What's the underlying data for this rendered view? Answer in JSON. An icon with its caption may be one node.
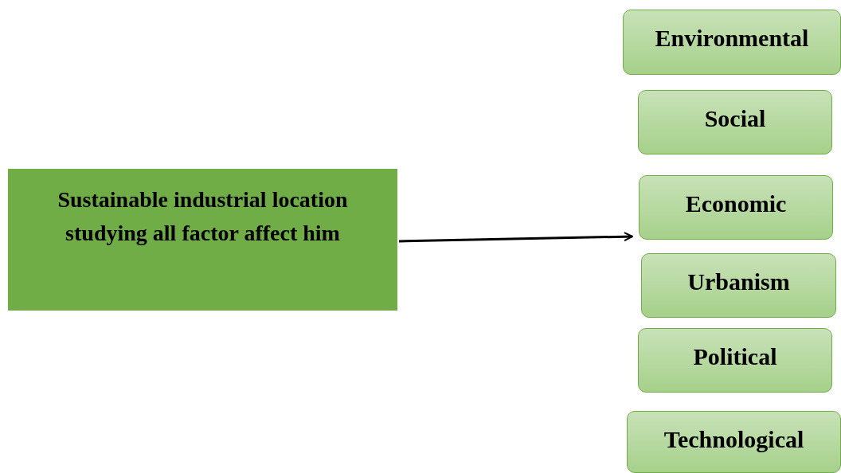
{
  "diagram": {
    "nodes": [
      {
        "text": [
          "Sustainable industrial location studying all factor affect him"
        ]
      },
      {
        "text": [
          "Environmental"
        ]
      },
      {
        "text": [
          "Social"
        ]
      },
      {
        "text": [
          "Economic"
        ]
      },
      {
        "text": [
          "Urbanism"
        ]
      },
      {
        "text": [
          "Political"
        ]
      },
      {
        "text": [
          "Technological"
        ]
      }
    ],
    "edges": [
      {
        "from": 0,
        "to": 3,
        "arrow": "to"
      }
    ]
  }
}
